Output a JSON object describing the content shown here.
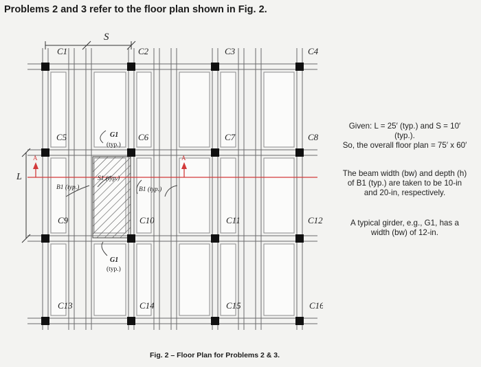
{
  "heading": "Problems 2 and 3 refer to the floor plan shown in Fig. 2.",
  "columns": [
    {
      "label": "C1",
      "row": 0,
      "col": 0
    },
    {
      "label": "C2",
      "row": 0,
      "col": 1
    },
    {
      "label": "C3",
      "row": 0,
      "col": 2
    },
    {
      "label": "C4",
      "row": 0,
      "col": 3
    },
    {
      "label": "C5",
      "row": 1,
      "col": 0
    },
    {
      "label": "C6",
      "row": 1,
      "col": 1
    },
    {
      "label": "C7",
      "row": 1,
      "col": 2
    },
    {
      "label": "C8",
      "row": 1,
      "col": 3
    },
    {
      "label": "C9",
      "row": 2,
      "col": 0
    },
    {
      "label": "C10",
      "row": 2,
      "col": 1
    },
    {
      "label": "C11",
      "row": 2,
      "col": 2
    },
    {
      "label": "C12",
      "row": 2,
      "col": 3
    },
    {
      "label": "C13",
      "row": 3,
      "col": 0
    },
    {
      "label": "C14",
      "row": 3,
      "col": 1
    },
    {
      "label": "C15",
      "row": 3,
      "col": 2
    },
    {
      "label": "C16",
      "row": 3,
      "col": 3
    }
  ],
  "dimensions": {
    "spacing": "S",
    "length": "L"
  },
  "section_mark": "A",
  "callouts": {
    "g1_top": "G1",
    "g1_top_typ": "(typ.)",
    "s1": "S1 (typ.)",
    "b1_left": "B1 (typ.)",
    "b1_mid": "B1 (typ.)",
    "g1_bottom": "G1",
    "g1_bottom_typ": "(typ.)"
  },
  "notes": {
    "given_1": "Given: L = 25′ (typ.) and S = 10′",
    "given_2": "(typ.).",
    "given_3": "So, the overall floor plan = 75′ x 60′",
    "beam_1": "The beam width (bw) and depth (h)",
    "beam_2": "of B1 (typ.) are taken to be 10-in",
    "beam_3": "and 20-in, respectively.",
    "girder_1": "A typical girder, e.g., G1, has a",
    "girder_2": "width (bw) of 12-in."
  },
  "caption": "Fig. 2 – Floor Plan for Problems 2 & 3."
}
